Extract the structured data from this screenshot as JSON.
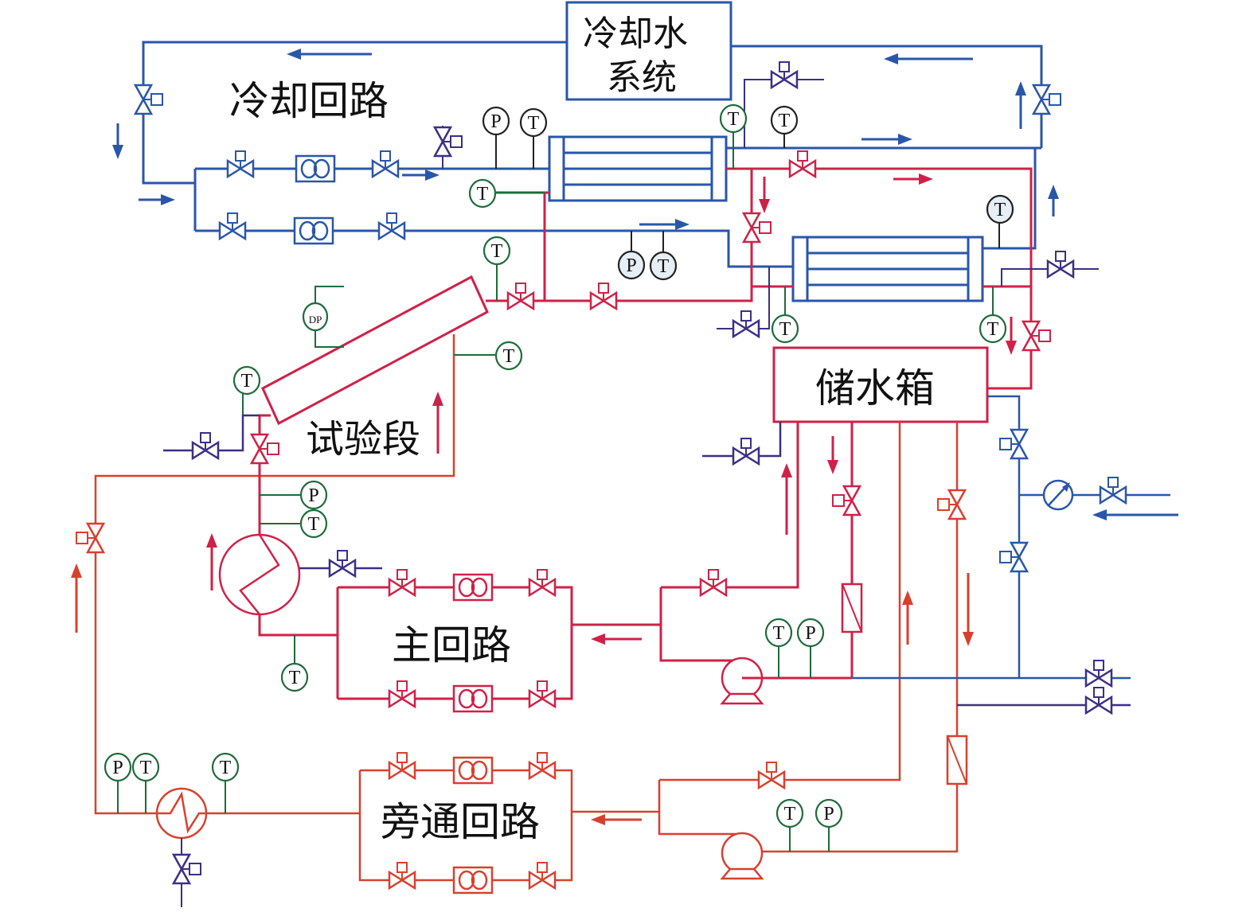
{
  "colors": {
    "cooling": "#2a56a8",
    "hot": "#cf2147",
    "bypass": "#d8402e",
    "instrument": "#1f6b3a",
    "drain": "#3b2f86",
    "black": "#222222"
  },
  "labels": {
    "cooling_water_system_line1": "冷却水",
    "cooling_water_system_line2": "系统",
    "cooling_loop": "冷却回路",
    "test_section": "试验段",
    "storage_tank": "储水箱",
    "main_loop": "主回路",
    "bypass_loop": "旁通回路"
  },
  "instruments": {
    "P": "P",
    "T": "T",
    "DP": "DP"
  }
}
